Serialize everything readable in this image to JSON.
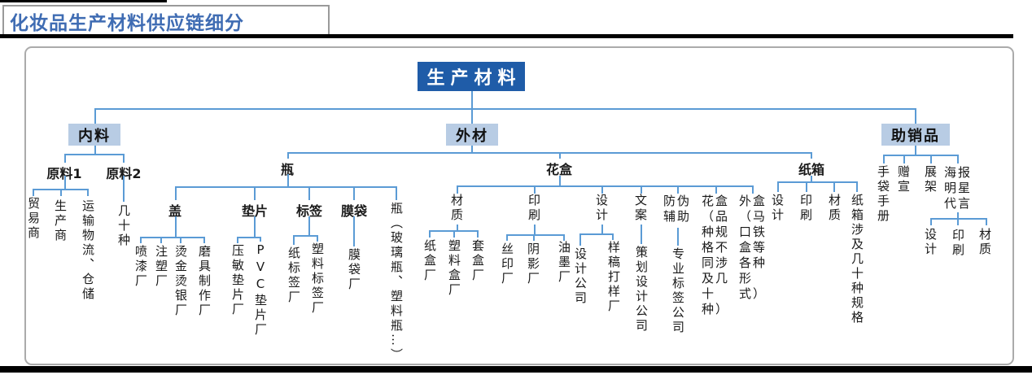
{
  "header": {
    "title": "化妆品生产材料供应链细分"
  },
  "palette": {
    "root_bg": "#1f5ca8",
    "section_bg": "#b8cce4",
    "line": "#5b9bd5",
    "title_color": "#3f6cb3"
  },
  "nodes": {
    "root": "生产材料",
    "neiliao": "内料",
    "waicai": "外材",
    "zhuxiaopin": "助销品",
    "yuanliao1": "原料1",
    "yuanliao2": "原料2",
    "maoyishang": "贸易商",
    "shengchanshang": "生产商",
    "yunshu": "运输物流、仓储",
    "jishizhong": "几十种",
    "ping": "瓶",
    "gai": "盖",
    "dianpian": "垫片",
    "biaoqian": "标签",
    "modai": "膜袋",
    "ping_note": "瓶（玻璃瓶、塑料瓶…）",
    "penqichang": "喷漆厂",
    "zhusuchang": "注塑厂",
    "tangjinchang": "烫金烫银厂",
    "mojuchang": "磨具制作厂",
    "yaminchang": "压敏垫片厂",
    "pvcchang": "PVC垫片厂",
    "zhibiaoqianchang": "纸标签厂",
    "suliaobiaoqianchang": "塑料标签厂",
    "modaichang": "膜袋厂",
    "huahe": "花盒",
    "hh_caizhi": "材质",
    "hh_yinshua": "印刷",
    "hh_sheji": "设计",
    "hh_wenan": "文案",
    "hh_fangwei": "防伪辅助",
    "huahe_note": "花盒（品种规格不同涉及几十种）",
    "waihe_note": "外盒（马口铁盒等各种形式）",
    "zhihechang": "纸盒厂",
    "suliaohechang": "塑料盒厂",
    "taohechang": "套盒厂",
    "siyinchang": "丝印厂",
    "yinyingchang": "阴影厂",
    "youmochang": "油墨厂",
    "shejigongsi": "设计公司",
    "yanggaochang": "样稿打样厂",
    "cehuagongsi": "策划设计公司",
    "zhuanyegongsi": "专业标签公司",
    "zhixiang": "纸箱",
    "zx_sheji": "设计",
    "zx_yinshua": "印刷",
    "zx_caizhi": "材质",
    "zhixiang_note": "纸箱涉及几十种规格",
    "shoudaishouce": "手袋手册",
    "zengxuan": "赠宣",
    "zhanjia": "展架",
    "haibao": "海报明星代言",
    "hb_sheji": "设计",
    "hb_yinshua": "印刷",
    "hb_caizhi": "材质"
  }
}
